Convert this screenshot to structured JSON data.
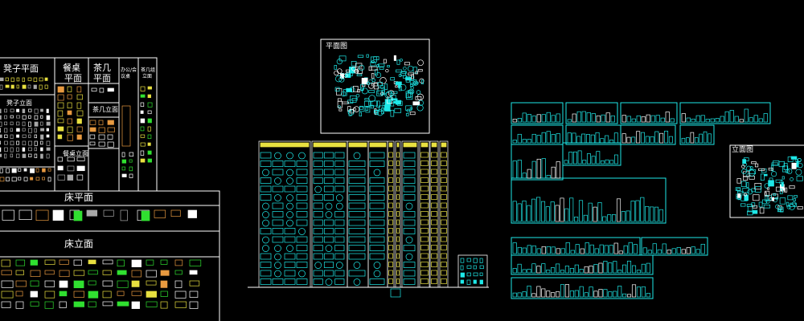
{
  "palette": {
    "background": "#000000",
    "frame": "#ffffff",
    "cyan": "#1ee8e8",
    "yellow": "#e8e040",
    "green": "#30e030",
    "orange": "#e89a40",
    "gray": "#a8a8a8"
  },
  "left_panel": {
    "stool_plan": "凳子平面",
    "dining_table_plan_1": "餐桌",
    "dining_table_plan_2": "平面",
    "tea_table_plan_1": "茶几",
    "tea_table_plan_2": "平面",
    "office_table_1": "办公/会",
    "office_table_2": "议桌",
    "tea_elev_1": "茶几组",
    "tea_elev_2": "立面",
    "stool_elev": "凳子立面",
    "dining_table_elev": "餐桌立面",
    "tea_table_elev": "茶几立面",
    "bed_plan": "床平面",
    "bed_elev": "床立面"
  },
  "plan_view_box": {
    "title": "平面图"
  },
  "elevation_view_box": {
    "title": "立面图"
  }
}
